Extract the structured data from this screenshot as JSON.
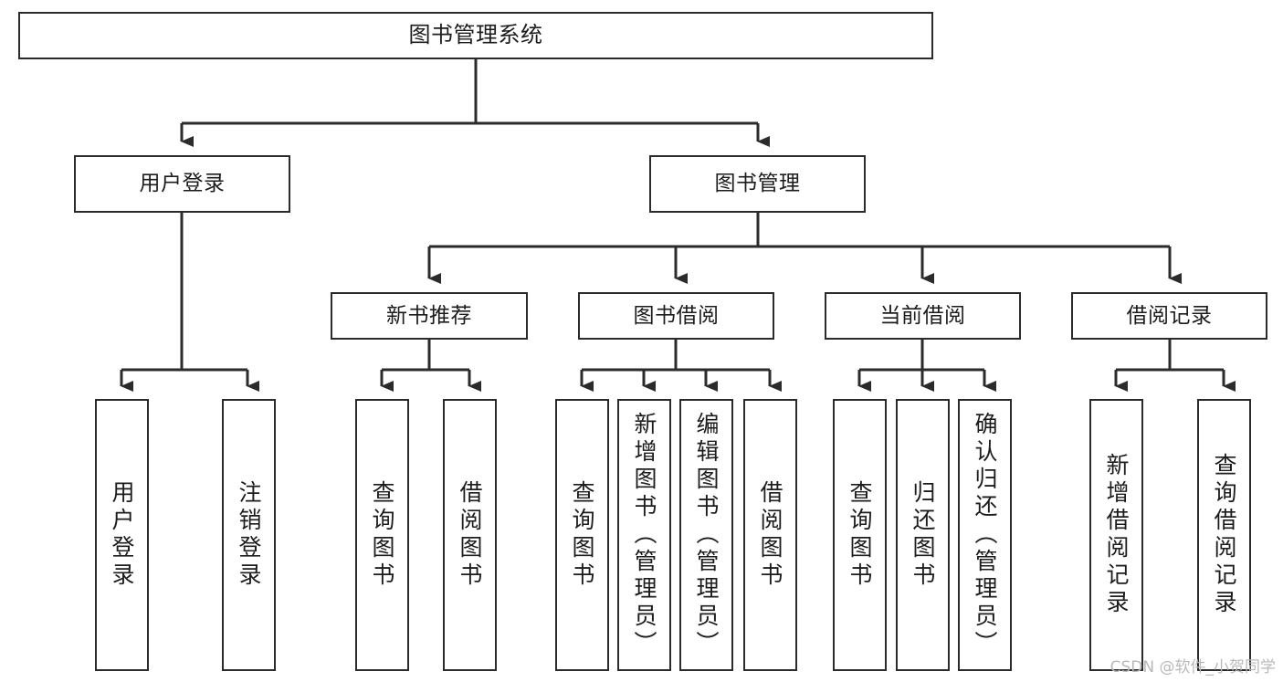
{
  "diagram": {
    "title": "图书管理系统",
    "type": "hierarchy-tree",
    "watermark": "CSDN @软件_小贺同学",
    "colors": {
      "box_border": "#2b2b2b",
      "connector": "#2b2b2b",
      "background": "#ffffff",
      "text": "#1c1c1c",
      "watermark": "#b9b9b9"
    },
    "nodes": {
      "root": {
        "label": "图书管理系统"
      },
      "level2": [
        {
          "label": "用户登录"
        },
        {
          "label": "图书管理"
        }
      ],
      "level3": [
        {
          "label": "新书推荐"
        },
        {
          "label": "图书借阅"
        },
        {
          "label": "当前借阅"
        },
        {
          "label": "借阅记录"
        }
      ],
      "leaves": {
        "user_login": [
          {
            "label": "用户登录"
          },
          {
            "label": "注销登录"
          }
        ],
        "new_book_recommend": [
          {
            "label": "查询图书"
          },
          {
            "label": "借阅图书"
          }
        ],
        "book_borrow": [
          {
            "label": "查询图书"
          },
          {
            "label": "新增图书（管理员）"
          },
          {
            "label": "编辑图书（管理员）"
          },
          {
            "label": "借阅图书"
          }
        ],
        "current_borrow": [
          {
            "label": "查询图书"
          },
          {
            "label": "归还图书"
          },
          {
            "label": "确认归还（管理员）"
          }
        ],
        "borrow_record": [
          {
            "label": "新增借阅记录"
          },
          {
            "label": "查询借阅记录"
          }
        ]
      }
    }
  }
}
